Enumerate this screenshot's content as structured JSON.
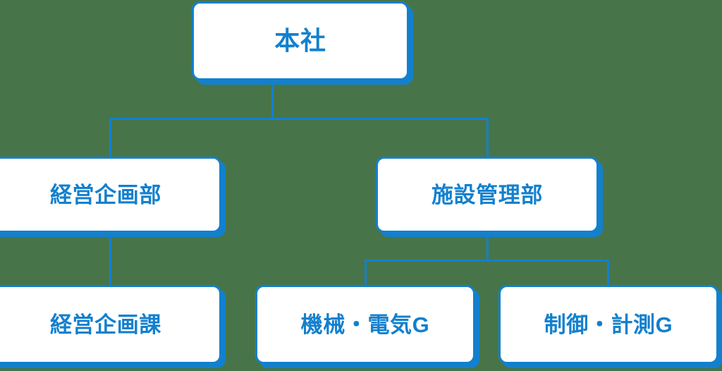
{
  "chart": {
    "type": "org-chart",
    "title": "",
    "background_color": "#477549",
    "accent_color": "#1380ce",
    "node_fill_color": "#ffffff",
    "nodes": [
      {
        "id": "honsha",
        "label": "本社",
        "level": 0
      },
      {
        "id": "keiei-bu",
        "label": "経営企画部",
        "level": 1
      },
      {
        "id": "shisetsu-bu",
        "label": "施設管理部",
        "level": 1
      },
      {
        "id": "keiei-ka",
        "label": "経営企画課",
        "level": 2
      },
      {
        "id": "kikai-g",
        "label": "機械・電気G",
        "level": 2
      },
      {
        "id": "seigyo-g",
        "label": "制御・計測G",
        "level": 2
      }
    ],
    "edges": [
      {
        "from": "honsha",
        "to": "keiei-bu"
      },
      {
        "from": "honsha",
        "to": "shisetsu-bu"
      },
      {
        "from": "keiei-bu",
        "to": "keiei-ka"
      },
      {
        "from": "shisetsu-bu",
        "to": "kikai-g"
      },
      {
        "from": "shisetsu-bu",
        "to": "seigyo-g"
      }
    ]
  }
}
